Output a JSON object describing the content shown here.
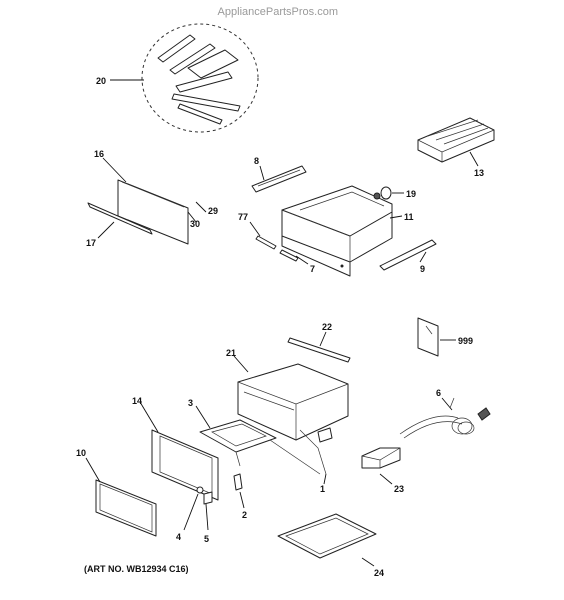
{
  "watermark": "AppliancePartsPros.com",
  "art_number": "(ART NO. WB12934 C16)",
  "callouts": [
    {
      "id": "20",
      "label": "20"
    },
    {
      "id": "16",
      "label": "16"
    },
    {
      "id": "29",
      "label": "29"
    },
    {
      "id": "30",
      "label": "30"
    },
    {
      "id": "17",
      "label": "17"
    },
    {
      "id": "8",
      "label": "8"
    },
    {
      "id": "19",
      "label": "19"
    },
    {
      "id": "11",
      "label": "11"
    },
    {
      "id": "77",
      "label": "77"
    },
    {
      "id": "7",
      "label": "7"
    },
    {
      "id": "9",
      "label": "9"
    },
    {
      "id": "13",
      "label": "13"
    },
    {
      "id": "22",
      "label": "22"
    },
    {
      "id": "999",
      "label": "999"
    },
    {
      "id": "21",
      "label": "21"
    },
    {
      "id": "6",
      "label": "6"
    },
    {
      "id": "14",
      "label": "14"
    },
    {
      "id": "3",
      "label": "3"
    },
    {
      "id": "1",
      "label": "1"
    },
    {
      "id": "23",
      "label": "23"
    },
    {
      "id": "10",
      "label": "10"
    },
    {
      "id": "2",
      "label": "2"
    },
    {
      "id": "4",
      "label": "4"
    },
    {
      "id": "5",
      "label": "5"
    },
    {
      "id": "24",
      "label": "24"
    }
  ]
}
